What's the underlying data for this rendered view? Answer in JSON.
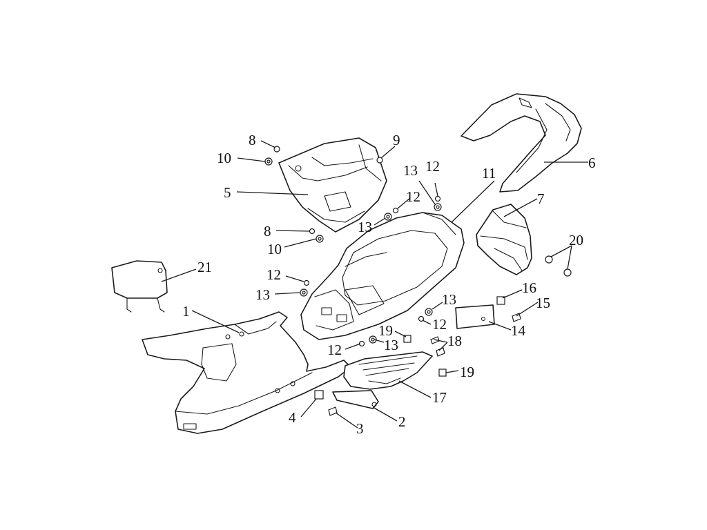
{
  "diagram": {
    "callouts": [
      {
        "id": "c1",
        "text": "1"
      },
      {
        "id": "c2",
        "text": "2"
      },
      {
        "id": "c3",
        "text": "3"
      },
      {
        "id": "c4",
        "text": "4"
      },
      {
        "id": "c5",
        "text": "5"
      },
      {
        "id": "c6",
        "text": "6"
      },
      {
        "id": "c7",
        "text": "7"
      },
      {
        "id": "c8a",
        "text": "8"
      },
      {
        "id": "c8b",
        "text": "8"
      },
      {
        "id": "c9",
        "text": "9"
      },
      {
        "id": "c10a",
        "text": "10"
      },
      {
        "id": "c10b",
        "text": "10"
      },
      {
        "id": "c11",
        "text": "11"
      },
      {
        "id": "c12a",
        "text": "12"
      },
      {
        "id": "c12b",
        "text": "12"
      },
      {
        "id": "c12c",
        "text": "12"
      },
      {
        "id": "c12d",
        "text": "12"
      },
      {
        "id": "c12e",
        "text": "12"
      },
      {
        "id": "c13a",
        "text": "13"
      },
      {
        "id": "c13b",
        "text": "13"
      },
      {
        "id": "c13c",
        "text": "13"
      },
      {
        "id": "c13d",
        "text": "13"
      },
      {
        "id": "c13e",
        "text": "13"
      },
      {
        "id": "c14",
        "text": "14"
      },
      {
        "id": "c15",
        "text": "15"
      },
      {
        "id": "c16",
        "text": "16"
      },
      {
        "id": "c17",
        "text": "17"
      },
      {
        "id": "c18",
        "text": "18"
      },
      {
        "id": "c19a",
        "text": "19"
      },
      {
        "id": "c19b",
        "text": "19"
      },
      {
        "id": "c20",
        "text": "20"
      },
      {
        "id": "c21",
        "text": "21"
      }
    ]
  },
  "colors": {
    "line": "#1a1a1a",
    "background": "#ffffff"
  }
}
